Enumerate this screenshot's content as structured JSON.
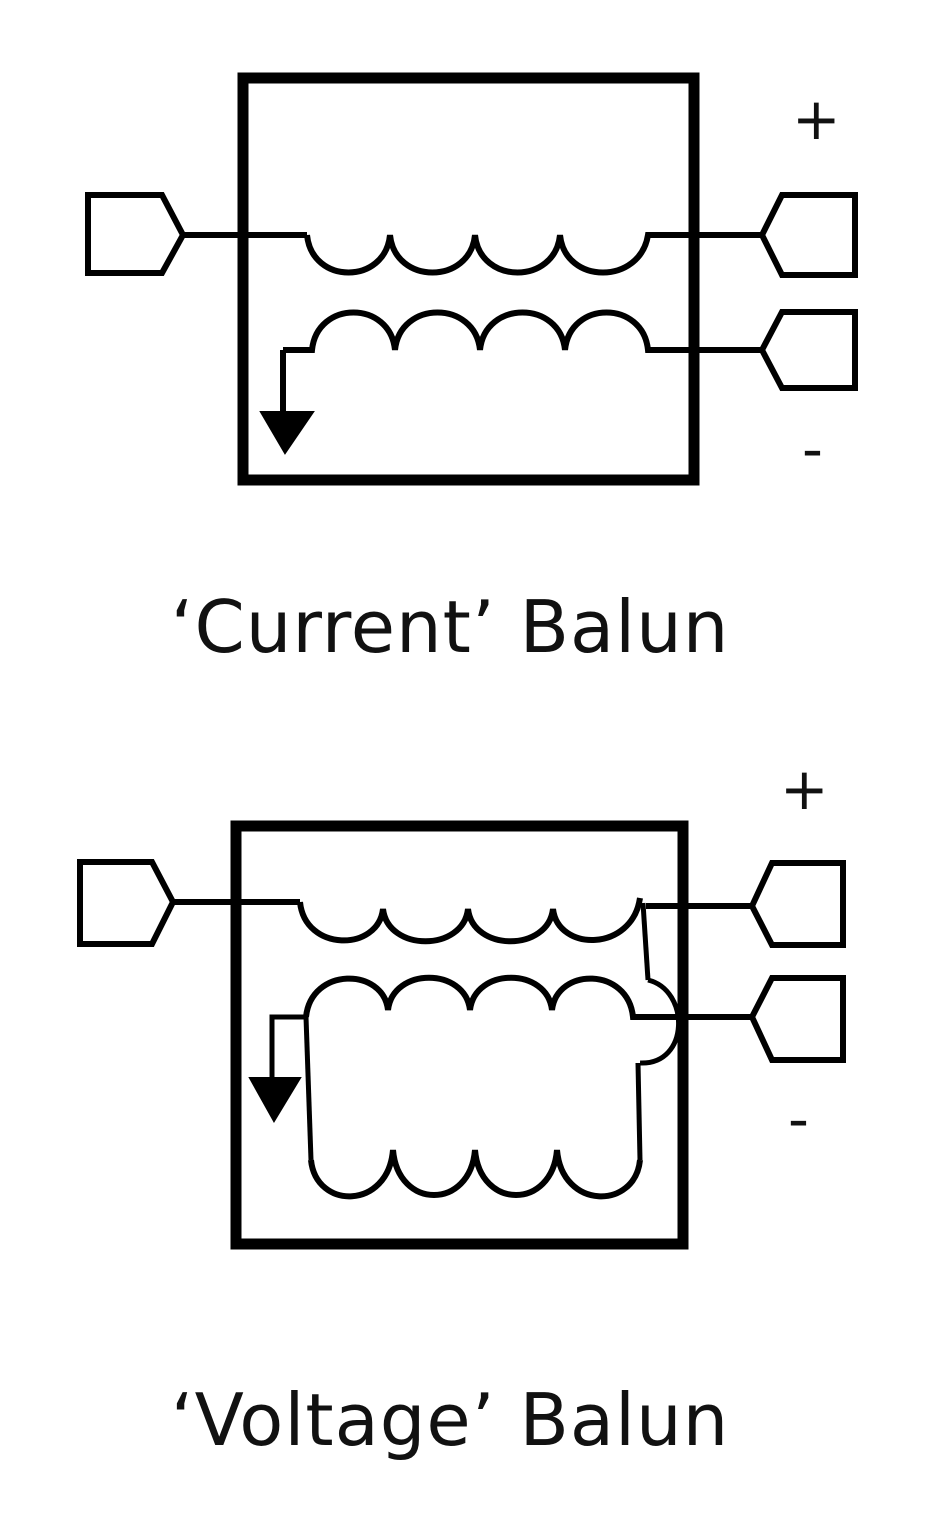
{
  "diagrams": [
    {
      "id": "current",
      "caption": "‘Current’ Balun",
      "plus_label": "+",
      "minus_label": "-"
    },
    {
      "id": "voltage",
      "caption": "‘Voltage’ Balun",
      "plus_label": "+",
      "minus_label": "-"
    }
  ],
  "colors": {
    "stroke": "#000000",
    "background": "#ffffff"
  }
}
